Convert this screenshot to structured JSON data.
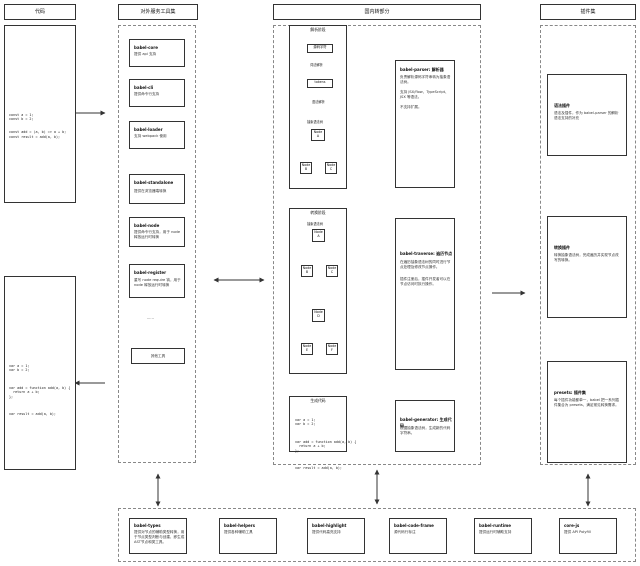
{
  "headers": {
    "code": "代码",
    "tools": "对外服务工具集",
    "internal": "国内转部分",
    "plugins": "插件集"
  },
  "code_top": [
    "const a = 1;",
    "const b = 2;",
    "",
    "const add = (a, b) => a + b;",
    "",
    "const result = add(a, b);"
  ],
  "code_bottom": [
    "var a = 1;",
    "var b = 2;",
    "",
    "var add = function add(a, b) {",
    "  return a + b;",
    "};",
    "",
    "var result = add(a, b);"
  ],
  "tools": [
    {
      "title": "babel-core",
      "desc": "提供 api 支持"
    },
    {
      "title": "babel-cli",
      "desc": "提供命令行支持"
    },
    {
      "title": "babel-loader",
      "desc": "支持 webpack 使用"
    },
    {
      "title": "babel-standalone",
      "desc": "提供在浏览器端转换"
    },
    {
      "title": "babel-node",
      "desc": "提供命令行支持，用于 node 释放运行时转换"
    },
    {
      "title": "babel-register",
      "desc": "重写 node require 钩，用于 node 释放运行时转换"
    }
  ],
  "tools_ellipsis": "......",
  "tools_other": "其他工具",
  "parse": {
    "title": "解析阶段",
    "source_label": "源码字符",
    "tokens_label": "tokens",
    "lex_label": "词法解析",
    "syntax_label": "语法解析",
    "ast_label": "抽象语法树",
    "root": "Node\nA",
    "left": "Node\nB",
    "right": "Node\nC"
  },
  "transform": {
    "title": "转换阶段",
    "ast_label": "抽象语法树",
    "n_a": "Node\nA",
    "n_b": "Node\nB",
    "n_c": "Node\nC",
    "n_d": "Node\nD",
    "n_e": "Node\nE",
    "n_f": "Node\nF"
  },
  "generate": {
    "title": "生成代码",
    "code": [
      "var a = 1;",
      "var b = 2;",
      "",
      "var add = function add(a, b) {",
      "  return a + b;",
      "};",
      "",
      "var result = add(a, b);"
    ]
  },
  "parser": {
    "title": "babel-parser: 解析器",
    "desc1": "负责解析源码字符串转为抽象语法树。",
    "desc2": "支持 JSX/flow、TypeScript、JSX 等语法。",
    "desc3": "不支持扩展。"
  },
  "traverse": {
    "title": "babel-traverse: 遍历节点",
    "desc1": "在遍历抽象语法树的同时进行节点处理及修改节点操作。",
    "desc2": "插件注册后，插件开发者可以在节点访问时执行操作。"
  },
  "generator": {
    "title": "babel-generator: 生成代码",
    "desc1": "根据抽象语法树，生成新的代码字符串。"
  },
  "plugins": [
    {
      "title": "语法插件",
      "desc": "语法及插件，作为 babel-parser 的解析语法支持的补充"
    },
    {
      "title": "转换插件",
      "desc": "转换抽象语法树，完成遍历并实现节点改写的转换。"
    },
    {
      "title": "presets: 插件集",
      "desc": "每个插件功能都单一，babel 把一系列插件集合为 presets，满足常见转换需求。"
    }
  ],
  "bottom": [
    {
      "title": "babel-types",
      "desc": "提供对节点的辅助类型转换，用于节点类型判断与创建，即生成AST节点和类工具。"
    },
    {
      "title": "babel-helpers",
      "desc": "提供各种辅助工具"
    },
    {
      "title": "babel-highlight",
      "desc": "提供代码高亮支持"
    },
    {
      "title": "babel-code-frame",
      "desc": "源代码行标注"
    },
    {
      "title": "babel-runtime",
      "desc": "提供运行时辅助支持"
    },
    {
      "title": "core-js",
      "desc": "提供 API Polyfill"
    }
  ]
}
